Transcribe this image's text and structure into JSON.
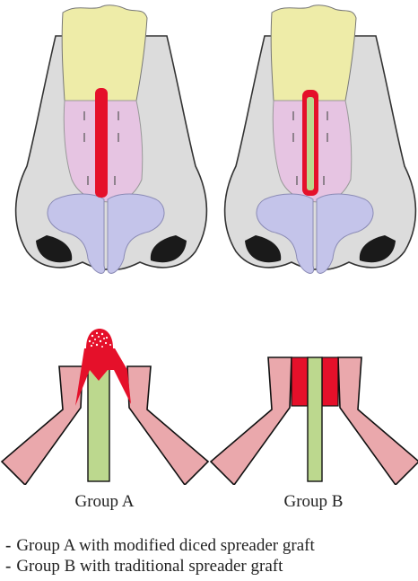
{
  "figure": {
    "groups": [
      {
        "label": "Group A",
        "graft_type": "modified diced spreader graft"
      },
      {
        "label": "Group B",
        "graft_type": "traditional spreader graft"
      }
    ],
    "legend": [
      {
        "dash": "-",
        "text": "Group A with modified diced spreader graft"
      },
      {
        "dash": "-",
        "text": "Group B with traditional spreader graft"
      }
    ],
    "colors": {
      "nasal_bone": "#eeeca8",
      "upper_lateral_cartilage": "#e6c4e2",
      "lower_lateral_cartilage": "#c4c4ea",
      "septum": "#bcd88e",
      "graft_red": "#e5102a",
      "lateral_wall_pink": "#eaa8ac",
      "skin_gray": "#dcdcdc"
    }
  }
}
